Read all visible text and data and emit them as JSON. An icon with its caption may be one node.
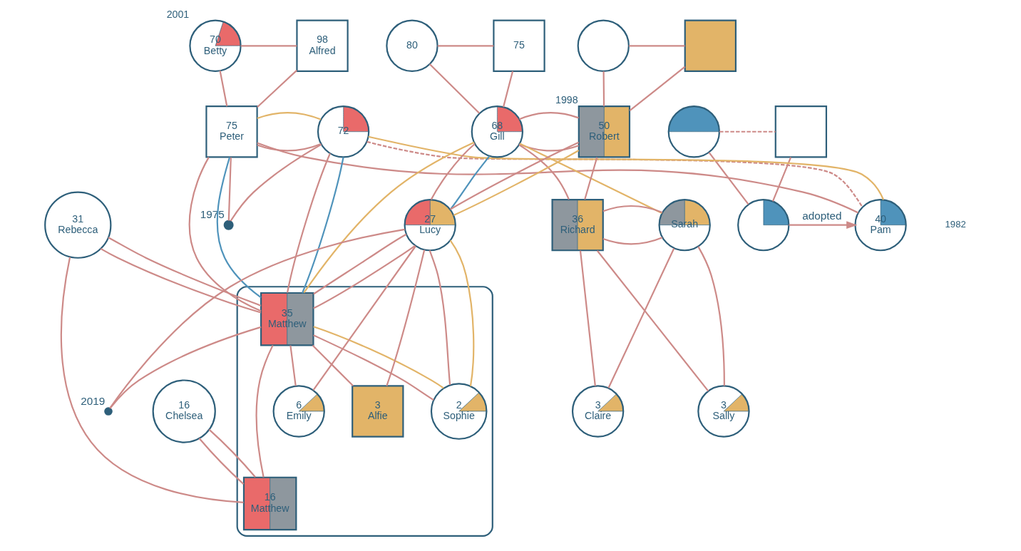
{
  "diagram": {
    "nodes": [
      {
        "text": [
          "70",
          "Betty"
        ],
        "beside": [
          "2001"
        ]
      },
      {
        "text": [
          "98",
          "Alfred"
        ]
      },
      {
        "text": [],
        "shape": "circle"
      },
      {
        "text": [],
        "shape": "box"
      },
      {
        "text": [
          "75",
          "Peter"
        ]
      },
      {
        "text": [
          "72"
        ]
      },
      {
        "text": [],
        "shape": "circle"
      },
      {
        "text": [
          "40",
          "Pam"
        ]
      },
      {
        "text": [],
        "shape": "circle",
        "beside": [
          "1975"
        ]
      },
      {
        "text": [
          "80"
        ]
      },
      {
        "text": [
          "75"
        ]
      },
      {
        "text": [],
        "shape": "circle"
      },
      {
        "text": [],
        "shape": "box"
      },
      {
        "text": [
          "68",
          "Gill"
        ]
      },
      {
        "text": [
          "50",
          "Robert"
        ],
        "beside": [
          "1998"
        ]
      },
      {
        "text": [
          "31",
          "Rebecca"
        ]
      },
      {
        "text": [],
        "shape": "cloud"
      },
      {
        "text": [
          "35",
          "Matthew"
        ],
        "in": 16
      },
      {
        "text": [
          "27",
          "Lucy"
        ]
      },
      {
        "text": [
          "36",
          "Richard"
        ]
      },
      {
        "text": [
          "Sarah"
        ]
      },
      {
        "text": [
          "16",
          "Chelsea"
        ]
      },
      {
        "text": [
          "16",
          "Matthew"
        ],
        "in": 16
      },
      {
        "text": [
          "6",
          "Emily"
        ],
        "in": 16
      },
      {
        "text": [
          "3",
          "Alfie"
        ],
        "in": 16
      },
      {
        "text": [
          "2",
          "Sophie"
        ],
        "in": 16
      },
      {
        "text": [],
        "shape": "cross",
        "beside": [
          "2019"
        ]
      },
      {
        "text": [
          "3",
          "Claire"
        ]
      },
      {
        "text": [
          "3",
          "Sally"
        ]
      }
    ],
    "edges": [
      {
        "from": 0,
        "to": 1,
        "arrow": "none"
      },
      {
        "from": 0,
        "to": 4,
        "arrow": "none"
      },
      {
        "from": 1,
        "to": 4,
        "arrow": "none"
      },
      {
        "from": 2,
        "to": 3,
        "arrow": "none",
        "style": "dashed"
      },
      {
        "from": 2,
        "to": 6,
        "arrow": "none"
      },
      {
        "from": 3,
        "to": 6,
        "arrow": "none"
      },
      {
        "from": 6,
        "to": 7,
        "arrow": "to",
        "label": "adopted"
      },
      {
        "from": 4,
        "to": 5,
        "arrow": "none"
      },
      {
        "from": 4,
        "to": 7,
        "arrow": "none"
      },
      {
        "from": 5,
        "to": 7,
        "arrow": "none",
        "style": "dashed"
      },
      {
        "from": 4,
        "to": 8,
        "arrow": "none"
      },
      {
        "from": 5,
        "to": 8,
        "arrow": "none"
      },
      {
        "from": 4,
        "to": 17,
        "arrow": "none"
      },
      {
        "from": 5,
        "to": 17,
        "arrow": "none"
      },
      {
        "from": 9,
        "to": 10,
        "arrow": "none"
      },
      {
        "from": 9,
        "to": 13,
        "arrow": "none"
      },
      {
        "from": 10,
        "to": 13,
        "arrow": "none"
      },
      {
        "from": 11,
        "to": 12,
        "arrow": "none"
      },
      {
        "from": 11,
        "to": 14,
        "arrow": "none"
      },
      {
        "from": 12,
        "to": 14,
        "arrow": "none"
      },
      {
        "from": 13,
        "to": 14,
        "arrow": "none"
      },
      {
        "from": 13,
        "to": 14,
        "arrow": "none"
      },
      {
        "from": 13,
        "to": 18,
        "arrow": "none"
      },
      {
        "from": 14,
        "to": 18,
        "arrow": "none"
      },
      {
        "from": 13,
        "to": 19,
        "arrow": "none"
      },
      {
        "from": 14,
        "to": 19,
        "arrow": "none"
      },
      {
        "from": 15,
        "to": 17,
        "arrow": "none"
      },
      {
        "from": 15,
        "to": 17,
        "arrow": "none"
      },
      {
        "from": 15,
        "to": 22,
        "arrow": "none"
      },
      {
        "from": 17,
        "to": 22,
        "arrow": "none"
      },
      {
        "from": 17,
        "to": 18,
        "arrow": "none"
      },
      {
        "from": 17,
        "to": 18,
        "arrow": "none"
      },
      {
        "from": 17,
        "to": 23,
        "arrow": "none"
      },
      {
        "from": 18,
        "to": 23,
        "arrow": "none"
      },
      {
        "from": 17,
        "to": 24,
        "arrow": "none"
      },
      {
        "from": 18,
        "to": 24,
        "arrow": "none"
      },
      {
        "from": 17,
        "to": 25,
        "arrow": "none"
      },
      {
        "from": 18,
        "to": 25,
        "arrow": "none"
      },
      {
        "from": 17,
        "to": 26,
        "arrow": "none"
      },
      {
        "from": 18,
        "to": 26,
        "arrow": "none"
      },
      {
        "from": 19,
        "to": 20,
        "arrow": "none"
      },
      {
        "from": 19,
        "to": 20,
        "arrow": "none"
      },
      {
        "from": 19,
        "to": 27,
        "arrow": "none"
      },
      {
        "from": 20,
        "to": 27,
        "arrow": "none"
      },
      {
        "from": 19,
        "to": 28,
        "arrow": "none"
      },
      {
        "from": 20,
        "to": 28,
        "arrow": "none"
      },
      {
        "from": 21,
        "to": 22,
        "arrow": "none"
      },
      {
        "from": 21,
        "to": 22,
        "arrow": "none"
      },
      {
        "from": 4,
        "to": 17,
        "arrow": "none",
        "color": "#4f93bb"
      },
      {
        "from": 5,
        "to": 17,
        "arrow": "none",
        "color": "#4f93bb"
      },
      {
        "from": 13,
        "to": 18,
        "arrow": "none",
        "color": "#4f93bb"
      },
      {
        "from": 4,
        "to": 5,
        "arrow": "none",
        "color": "#e2b468"
      },
      {
        "from": 5,
        "to": 7,
        "arrow": "none",
        "color": "#e2b468"
      },
      {
        "from": 13,
        "to": 17,
        "arrow": "none",
        "color": "#e2b468"
      },
      {
        "from": 14,
        "to": 18,
        "arrow": "none",
        "color": "#e2b468"
      },
      {
        "from": 13,
        "to": 20,
        "arrow": "none",
        "color": "#e2b468"
      },
      {
        "from": 17,
        "to": 25,
        "arrow": "none",
        "color": "#e2b468"
      },
      {
        "from": 18,
        "to": 25,
        "arrow": "none",
        "color": "#e2b468"
      }
    ],
    "labels": [
      "1982"
    ]
  }
}
